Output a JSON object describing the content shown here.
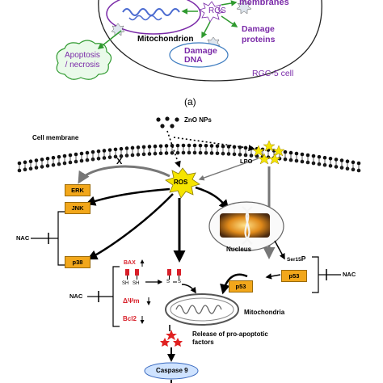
{
  "panel_a": {
    "ros": "ROS",
    "membranes": "membranes",
    "damage_proteins": "Damage\nproteins",
    "damage_dna": "Damage\nDNA",
    "mitochondrion": "Mitochondrion",
    "apoptosis": "Apoptosis\n/ necrosis",
    "cell": "RGC-5 cell",
    "caption": "(a)"
  },
  "panel_b": {
    "zno": "ZnO NPs",
    "cell_membrane": "Cell membrane",
    "lpo": "LPO",
    "x_mark": "X",
    "ros": "ROS",
    "erk": "ERK",
    "jnk": "JNK",
    "p38": "p38",
    "nac": "NAC",
    "nucleus": "Nucleus",
    "ser15": "Ser15",
    "p": "P",
    "p53": "p53",
    "bax": "BAX",
    "sh": "SH",
    "s": "S",
    "psi": "ΔΨm",
    "bcl2": "Bcl2",
    "mitochondria": "Mitochondria",
    "release": "Release of pro-apoptotic\nfactors",
    "caspase": "Caspase 9"
  },
  "colors": {
    "ros_outer": "#7a2aa8",
    "arrow_green": "#2f9a2f",
    "box_orange": "#f2a71b",
    "ros_star": "#f5e400",
    "red_star": "#e02020",
    "caspase": "#cfe3ff"
  }
}
